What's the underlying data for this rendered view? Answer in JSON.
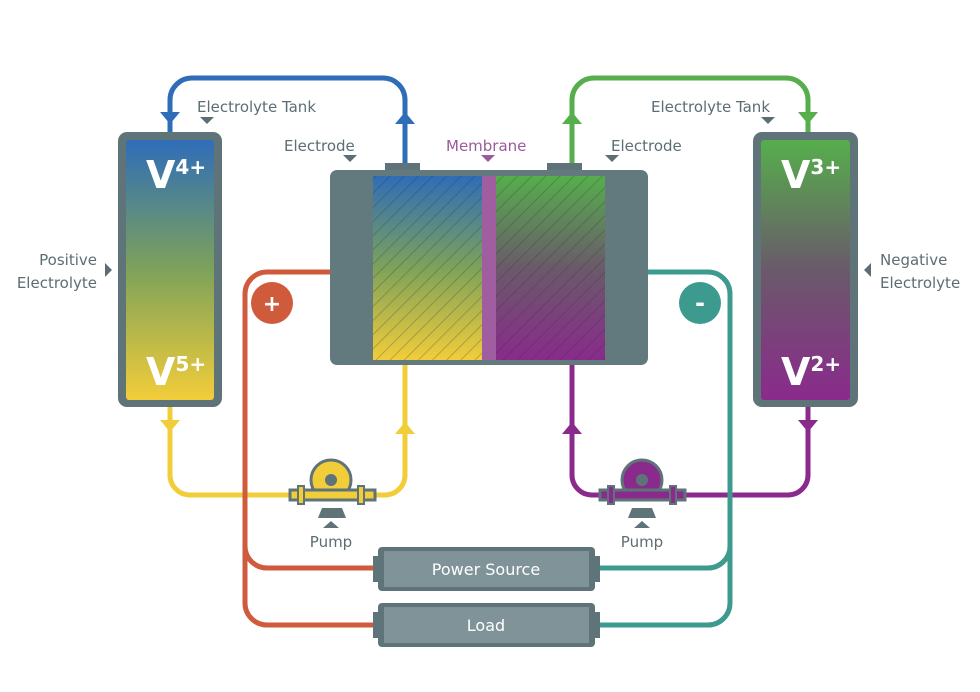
{
  "labels": {
    "tank_left": "Electrolyte Tank",
    "tank_right": "Electrolyte Tank",
    "electrode_left": "Electrode",
    "electrode_right": "Electrode",
    "membrane": "Membrane",
    "positive_line1": "Positive",
    "positive_line2": "Electrolyte",
    "negative_line1": "Negative",
    "negative_line2": "Electrolyte",
    "pump_left": "Pump",
    "pump_right": "Pump",
    "power_source": "Power Source",
    "load": "Load",
    "plus": "+",
    "minus": "-"
  },
  "ions": {
    "left_top": {
      "base": "V",
      "charge": "4+"
    },
    "left_bottom": {
      "base": "V",
      "charge": "5+"
    },
    "right_top": {
      "base": "V",
      "charge": "3+"
    },
    "right_bottom": {
      "base": "V",
      "charge": "2+"
    }
  },
  "colors": {
    "frame": "#5f7479",
    "blue": "#2f6db8",
    "yellow": "#f2cd3a",
    "green": "#56ae4c",
    "purple": "#8a2a8c",
    "membrane": "#a05da0",
    "red": "#d05a3c",
    "teal": "#3d9a8f"
  }
}
